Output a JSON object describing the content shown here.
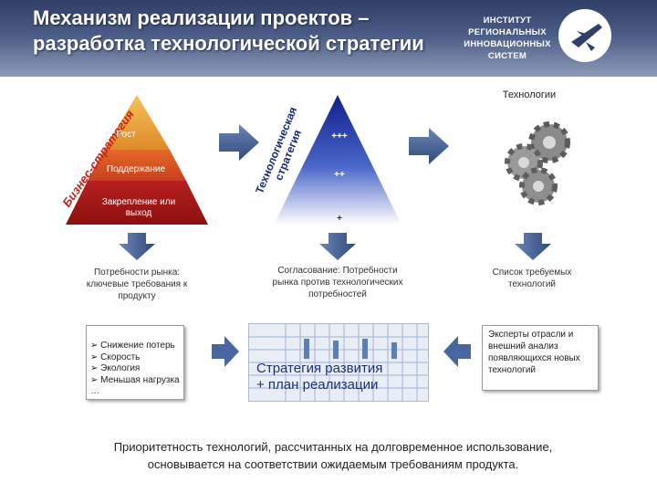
{
  "header": {
    "title_line1": "Механизм реализации проектов –",
    "title_line2": "разработка технологической стратегии",
    "logo_line1": "ИНСТИТУТ",
    "logo_line2": "РЕГИОНАЛЬНЫХ",
    "logo_line3": "ИННОВАЦИОННЫХ",
    "logo_line4": "СИСТЕМ"
  },
  "business_pyramid": {
    "side_label": "Бизнес-стратегия",
    "levels": [
      "Рост",
      "Поддержание",
      "Закрепление или выход"
    ]
  },
  "tech_pyramid": {
    "side_label_line1": "Технологическая",
    "side_label_line2": "стратегия",
    "levels": [
      "+++",
      "++",
      "+"
    ]
  },
  "technologies_label": "Технологии",
  "descriptions": {
    "market_needs": "Потребности рынка: ключевые требования к продукту",
    "alignment": "Согласование: Потребности рынка против технологических потребностей",
    "tech_list": "Список требуемых технологий"
  },
  "market_card": {
    "bullets": [
      "Снижение потерь",
      "Скорость",
      "Экология",
      "Меньшая нагрузка"
    ],
    "ellipsis": "…"
  },
  "strategy_card": {
    "line1": "Стратегия развития",
    "line2": "+ план реализации"
  },
  "experts_card": {
    "text": "Эксперты отрасли и внешний анализ появляющихся новых технологий"
  },
  "footer": {
    "line1": "Приоритетность технологий, рассчитанных на долговременное использование,",
    "line2": "основывается на соответствии ожидаемым требованиям продукта."
  },
  "colors": {
    "header_dark": "#2f3f66",
    "pyramid_top": "#e8a23a",
    "pyramid_mid": "#d24a1e",
    "pyramid_bottom": "#a31616",
    "tech_pyramid_dark": "#1a2a9a",
    "side_label_red": "#c6201c",
    "arrow_blue": "#3d5a8c"
  }
}
